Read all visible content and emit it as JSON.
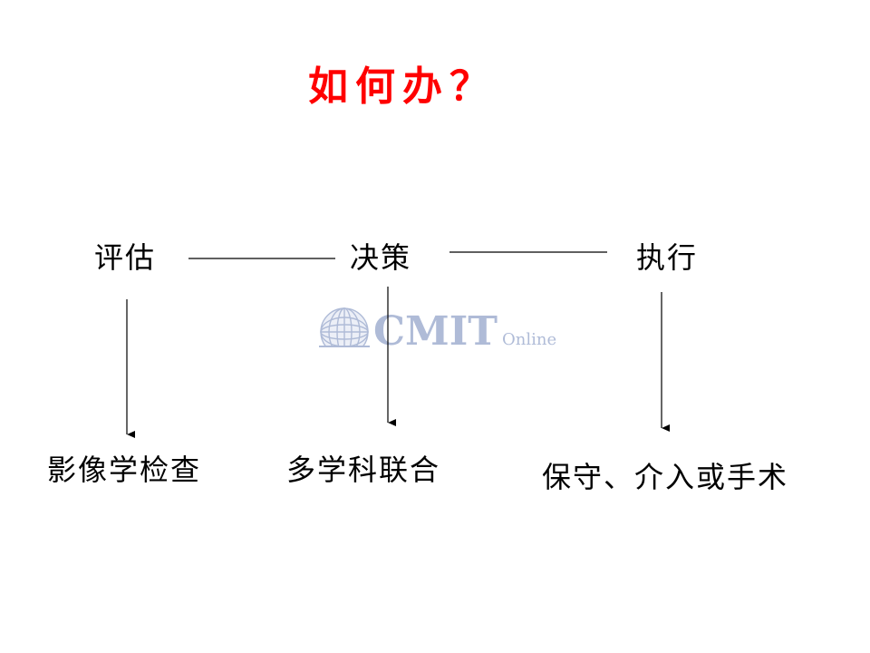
{
  "title": {
    "text": "如何办？",
    "color": "#ff0000"
  },
  "stages": {
    "evaluate": "评估",
    "decide": "决策",
    "execute": "执行"
  },
  "outcomes": {
    "evaluate": "影像学检查",
    "decide": "多学科联合",
    "execute": "保守、介入或手术"
  },
  "watermark": {
    "brand": "CMIT",
    "suffix": "Online",
    "color": "#1d3f8f"
  },
  "colors": {
    "text": "#000000",
    "line": "#000000"
  }
}
